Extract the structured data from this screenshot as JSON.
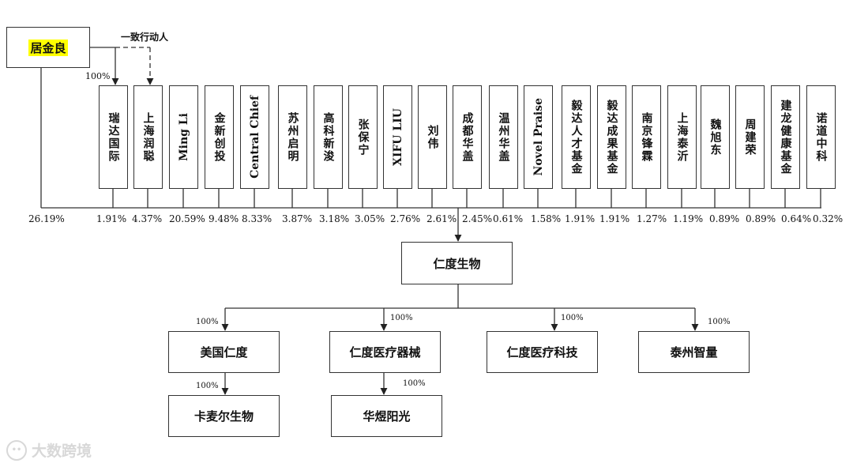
{
  "root": {
    "label": "居金良",
    "concert_party_label": "一致行动人",
    "root_pct": "26.19%",
    "link_pct": "100%"
  },
  "shareholders": [
    {
      "name": "瑞达国际",
      "pct": "1.91%",
      "latin": false
    },
    {
      "name": "上海润聪",
      "pct": "4.37%",
      "latin": false
    },
    {
      "name": "Ming Li",
      "pct": "20.59%",
      "latin": true
    },
    {
      "name": "金新创投",
      "pct": "9.48%",
      "latin": false
    },
    {
      "name": "Central Chief",
      "pct": "8.33%",
      "latin": true
    },
    {
      "name": "苏州启明",
      "pct": "3.87%",
      "latin": false
    },
    {
      "name": "高科新浚",
      "pct": "3.18%",
      "latin": false
    },
    {
      "name": "张保宁",
      "pct": "3.05%",
      "latin": false
    },
    {
      "name": "XIFU LIU",
      "pct": "2.76%",
      "latin": true
    },
    {
      "name": "刘伟",
      "pct": "2.61%",
      "latin": false
    },
    {
      "name": "成都华盖",
      "pct": "2.45%",
      "latin": false
    },
    {
      "name": "温州华盖",
      "pct": "0.61%",
      "latin": false
    },
    {
      "name": "Novel Praise",
      "pct": "1.58%",
      "latin": true
    },
    {
      "name": "毅达人才基金",
      "pct": "1.91%",
      "latin": false
    },
    {
      "name": "毅达成果基金",
      "pct": "1.91%",
      "latin": false
    },
    {
      "name": "南京锋霖",
      "pct": "1.27%",
      "latin": false
    },
    {
      "name": "上海泰沂",
      "pct": "1.19%",
      "latin": false
    },
    {
      "name": "魏旭东",
      "pct": "0.89%",
      "latin": false
    },
    {
      "name": "周建荣",
      "pct": "0.89%",
      "latin": false
    },
    {
      "name": "建龙健康基金",
      "pct": "0.64%",
      "latin": false
    },
    {
      "name": "诺道中科",
      "pct": "0.32%",
      "latin": false
    }
  ],
  "company": {
    "label": "仁度生物"
  },
  "subsidiaries": [
    {
      "label": "美国仁度",
      "pct": "100%"
    },
    {
      "label": "仁度医疗器械",
      "pct": "100%"
    },
    {
      "label": "仁度医疗科技",
      "pct": "100%"
    },
    {
      "label": "泰州智量",
      "pct": "100%"
    }
  ],
  "second_level": [
    {
      "label": "卡麦尔生物",
      "pct": "100%"
    },
    {
      "label": "华煜阳光",
      "pct": "100%"
    }
  ],
  "watermark": {
    "text": "大数跨境",
    "icon": "cloud-logo-icon"
  },
  "colors": {
    "highlight": "#ffff00",
    "line": "#333333",
    "watermark": "#d8d8d8"
  }
}
